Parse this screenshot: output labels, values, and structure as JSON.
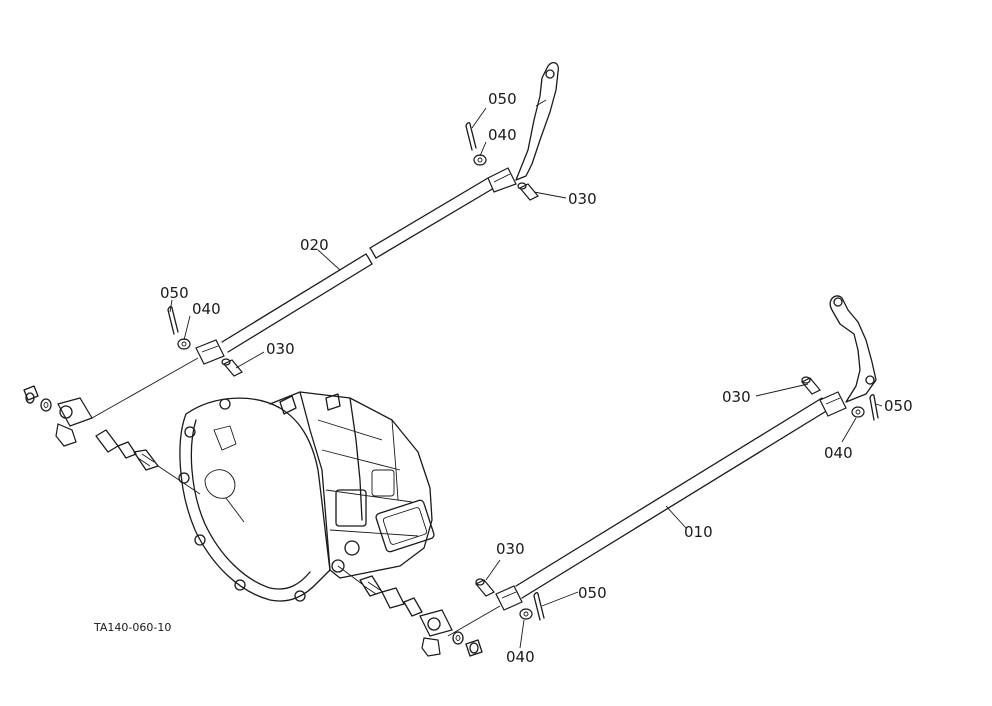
{
  "labels": {
    "upper_rod": "020",
    "lower_rod": "010",
    "upper_right_pin": "030",
    "upper_right_washer": "040",
    "upper_right_cotter": "050",
    "upper_left_pin": "030",
    "upper_left_washer": "040",
    "upper_left_cotter": "050",
    "lower_right_pin": "030",
    "lower_right_washer": "040",
    "lower_right_cotter": "050",
    "lower_left_pin": "030",
    "lower_left_washer": "040",
    "lower_left_cotter": "050"
  },
  "figure_code": "TA140-060-10"
}
